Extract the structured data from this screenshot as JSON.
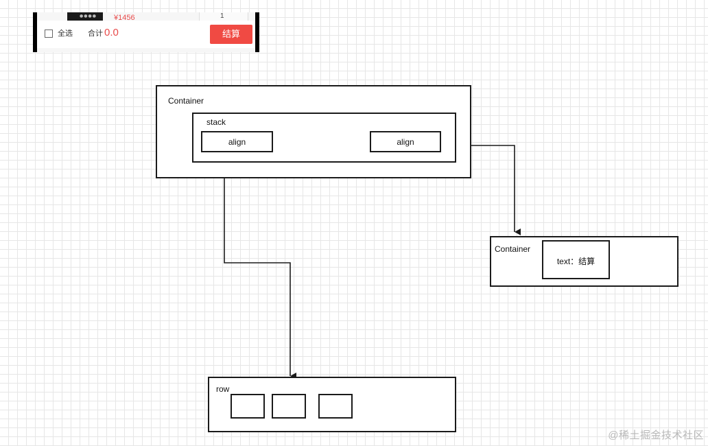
{
  "app_preview": {
    "price": "¥1456",
    "quantity": "1",
    "select_all": "全选",
    "total_label": "合计",
    "total_value": "0.0",
    "checkout_label": "结算",
    "accent_color": "#f04a43",
    "price_color": "#e84a4a"
  },
  "diagram": {
    "container_top_label": "Container",
    "stack_label": "stack",
    "align_left_label": "align",
    "align_right_label": "align",
    "container_right_label": "Container",
    "text_box_label": "text：结算",
    "row_label": "row",
    "line_color": "#1a1a1a"
  },
  "watermark": "@稀土掘金技术社区"
}
